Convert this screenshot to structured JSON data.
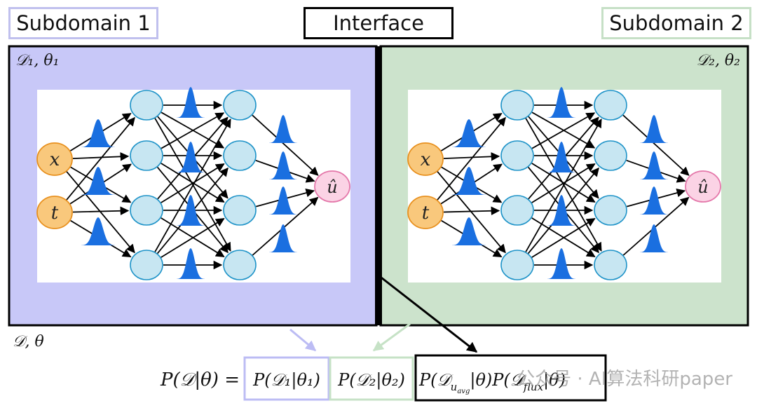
{
  "labels": {
    "subdomain1": "Subdomain 1",
    "interface": "Interface",
    "subdomain2": "Subdomain 2"
  },
  "panels": {
    "left_param": "𝒟₁, θ₁",
    "right_param": "𝒟₂, θ₂",
    "global_param": "𝒟, θ"
  },
  "network": {
    "inputs": [
      "x",
      "t"
    ],
    "output": "û"
  },
  "equation": {
    "lhs": "P(𝒟|θ) =",
    "term1": "P(𝒟₁|θ₁)",
    "term2": "P(𝒟₂|θ₂)",
    "term3": "P(𝒟",
    "term3_sub": "u",
    "term3_subsub": "avg",
    "term3_mid": "|θ)P(𝒟",
    "term3_sub2": "flux",
    "term3_end": "|θ)"
  },
  "watermark": "公众号 · AI算法科研paper",
  "colors": {
    "subdomain1_fill": "#c8c8f8",
    "subdomain1_border": "#c0c0ee",
    "subdomain2_fill": "#cce3cc",
    "subdomain2_border": "#c6e0c6",
    "node_fill": "#c7e6f2",
    "node_stroke": "#1e93c8",
    "input_fill": "#f9c87c",
    "input_stroke": "#e8901e",
    "output_fill": "#fbd3e5",
    "output_stroke": "#e478aa",
    "gauss_fill": "#1a6fe0"
  }
}
